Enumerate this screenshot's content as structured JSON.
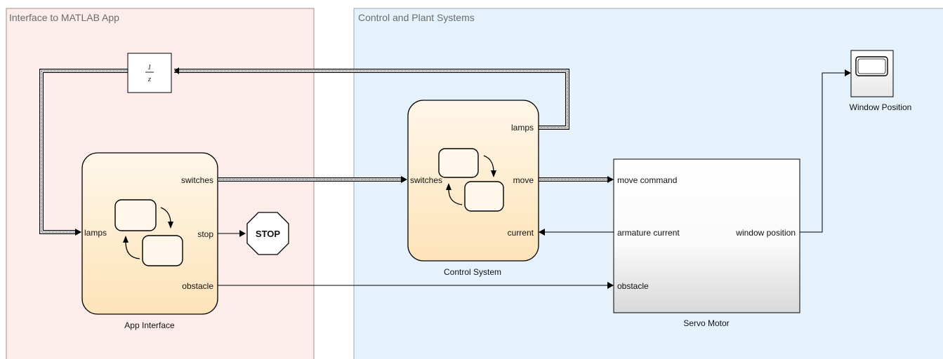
{
  "areas": {
    "left_title": "Interface to MATLAB App",
    "right_title": "Control and Plant Systems"
  },
  "delay_block": {
    "numerator": "1",
    "denominator": "z"
  },
  "app_interface": {
    "name": "App Interface",
    "ports": {
      "switches": "switches",
      "lamps": "lamps",
      "stop": "stop",
      "obstacle": "obstacle"
    }
  },
  "stop_block": {
    "label": "STOP"
  },
  "control_system": {
    "name": "Control System",
    "ports": {
      "lamps": "lamps",
      "switches": "switches",
      "move": "move",
      "current": "current"
    }
  },
  "servo_motor": {
    "name": "Servo Motor",
    "ports": {
      "move_command": "move command",
      "armature_current": "armature current",
      "window_position": "window position",
      "obstacle": "obstacle"
    }
  },
  "scope": {
    "name": "Window Position"
  },
  "colors": {
    "left_area_fill": "#fcecea",
    "right_area_fill": "#e5f2fc",
    "area_border": "#b39a96",
    "chart_fill_top": "#fff6e8",
    "chart_fill_bottom": "#fde6c2"
  }
}
